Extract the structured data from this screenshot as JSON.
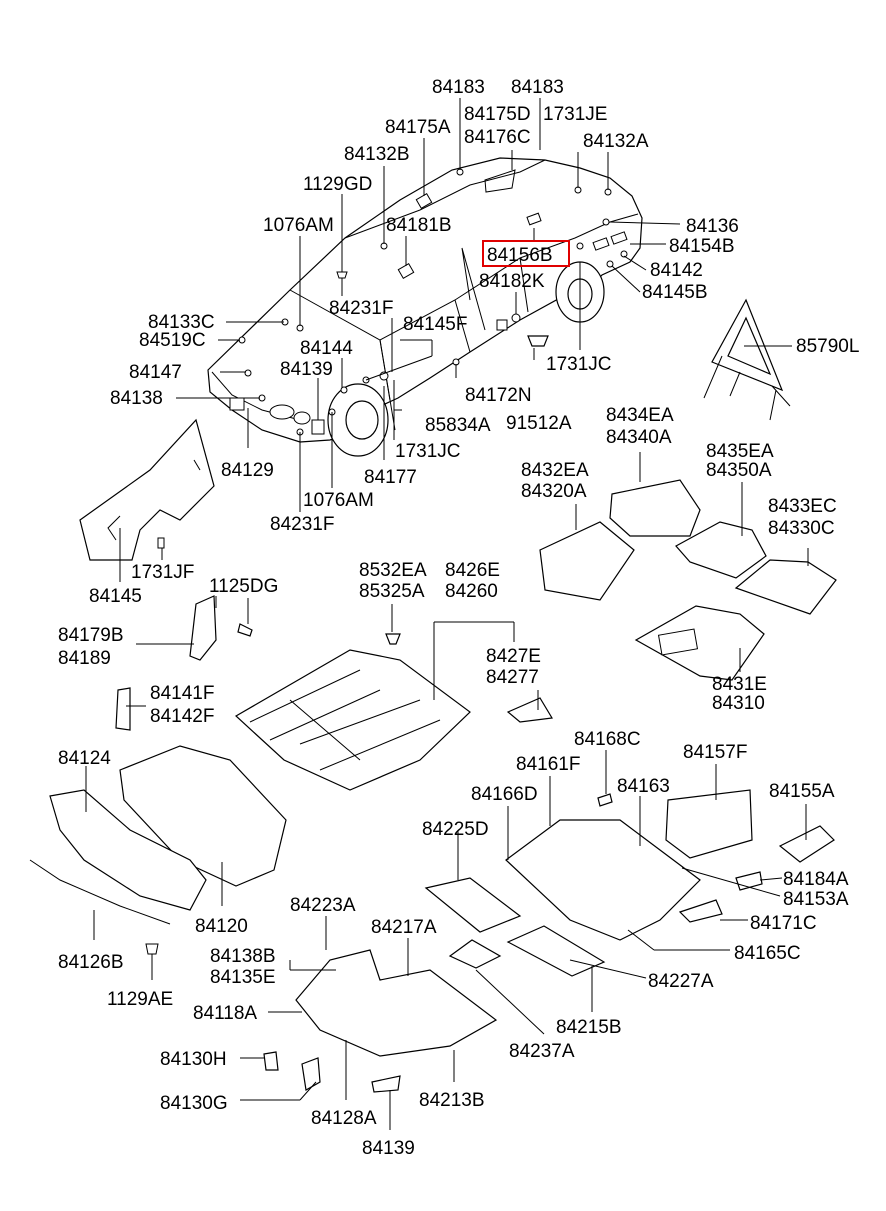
{
  "highlight_color": "#e00000",
  "highlighted_label": "84156B",
  "labels": {
    "l84183a": "84183",
    "l84183b": "84183",
    "l84175d": "84175D",
    "l1731je": "1731JE",
    "l84175a": "84175A",
    "l84176c": "84176C",
    "l84132a": "84132A",
    "l84132b": "84132B",
    "l1129gd": "1129GD",
    "l84136": "84136",
    "l1076am_top": "1076AM",
    "l84181b": "84181B",
    "l84156b": "84156B",
    "l84154b": "84154B",
    "l84142": "84142",
    "l84182k": "84182K",
    "l84145b": "84145B",
    "l84231f_top": "84231F",
    "l85790l": "85790L",
    "l84133c": "84133C",
    "l84145f": "84145F",
    "l84519c": "84519C",
    "l84144": "84144",
    "l1731jc_r": "1731JC",
    "l84139_top": "84139",
    "l84147": "84147",
    "l84172n": "84172N",
    "l84138": "84138",
    "l85834a": "85834A",
    "l91512a": "91512A",
    "l8434ea": "8434EA",
    "l84340a": "84340A",
    "l1731jc_b": "1731JC",
    "l84129": "84129",
    "l8435ea": "8435EA",
    "l84177": "84177",
    "l84350a": "84350A",
    "l8432ea": "8432EA",
    "l1076am_b": "1076AM",
    "l84320a": "84320A",
    "l8433ec": "8433EC",
    "l84231f_b": "84231F",
    "l84330c": "84330C",
    "l1731jf": "1731JF",
    "l84145": "84145",
    "l8532ea": "8532EA",
    "l84426e": "8426E",
    "l85325a": "85325A",
    "l84260": "84260",
    "l1125dg": "1125DG",
    "l84179b": "84179B",
    "l8427e": "8427E",
    "l84189": "84189",
    "l84277": "84277",
    "l8431e": "8431E",
    "l84310": "84310",
    "l84141f": "84141F",
    "l84142f": "84142F",
    "l84168c": "84168C",
    "l84124": "84124",
    "l84157f": "84157F",
    "l84161f": "84161F",
    "l84163": "84163",
    "l84166d": "84166D",
    "l84155a": "84155A",
    "l84225d": "84225D",
    "l84184a": "84184A",
    "l84153a": "84153A",
    "l84120": "84120",
    "l84171c": "84171C",
    "l84223a": "84223A",
    "l84217a": "84217A",
    "l84165c": "84165C",
    "l84138b": "84138B",
    "l84126b": "84126B",
    "l84135e": "84135E",
    "l84227a": "84227A",
    "l1129ae": "1129AE",
    "l84118a": "84118A",
    "l84215b": "84215B",
    "l84237a": "84237A",
    "l84130h": "84130H",
    "l84213b": "84213B",
    "l84130g": "84130G",
    "l84128a": "84128A",
    "l84139_b": "84139"
  }
}
